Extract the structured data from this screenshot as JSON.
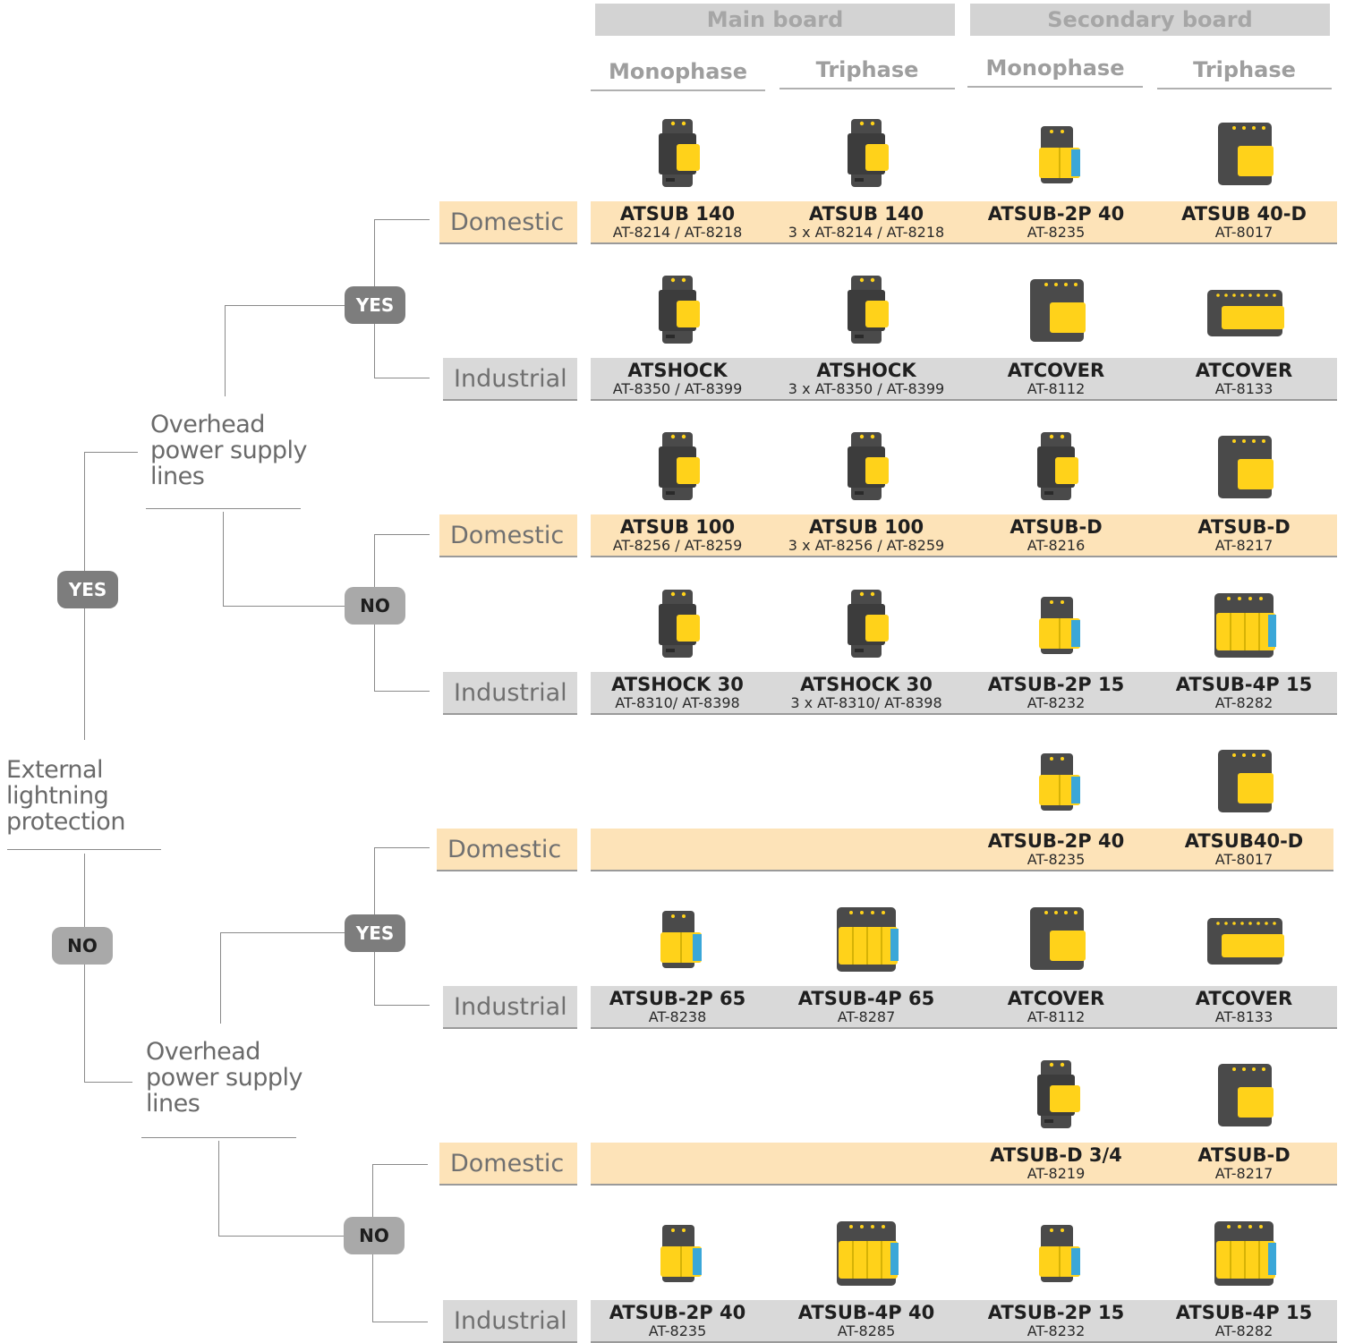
{
  "headers": {
    "main_board": "Main board",
    "secondary_board": "Secondary board",
    "columns": [
      "Monophase",
      "Triphase",
      "Monophase",
      "Triphase"
    ]
  },
  "tree": {
    "root": [
      "External",
      "lightning",
      "protection"
    ],
    "overhead": [
      "Overhead",
      "power supply",
      "lines"
    ],
    "yes": "YES",
    "no": "NO"
  },
  "row_labels": {
    "domestic": "Domestic",
    "industrial": "Industrial"
  },
  "rows": [
    {
      "cells": [
        {
          "name": "ATSUB 140",
          "ref": "AT-8214 / AT-8218",
          "icon": "narrow-module-icon"
        },
        {
          "name": "ATSUB 140",
          "ref": "3 x AT-8214 / AT-8218",
          "icon": "narrow-module-icon"
        },
        {
          "name": "ATSUB-2P 40",
          "ref": "AT-8235",
          "icon": "2-pole-module-icon"
        },
        {
          "name": "ATSUB 40-D",
          "ref": "AT-8017",
          "icon": "4-pole-module-icon"
        }
      ]
    },
    {
      "cells": [
        {
          "name": "ATSHOCK",
          "ref": "AT-8350 / AT-8399",
          "icon": "narrow-module-icon"
        },
        {
          "name": "ATSHOCK",
          "ref": "3 x AT-8350 / AT-8399",
          "icon": "narrow-module-icon"
        },
        {
          "name": "ATCOVER",
          "ref": "AT-8112",
          "icon": "4-pole-module-icon"
        },
        {
          "name": "ATCOVER",
          "ref": "AT-8133",
          "icon": "wide-module-icon"
        }
      ]
    },
    {
      "cells": [
        {
          "name": "ATSUB 100",
          "ref": "AT-8256 / AT-8259",
          "icon": "narrow-module-icon"
        },
        {
          "name": "ATSUB 100",
          "ref": "3 x AT-8256 / AT-8259",
          "icon": "narrow-module-icon"
        },
        {
          "name": "ATSUB-D",
          "ref": "AT-8216",
          "icon": "narrow-module-icon"
        },
        {
          "name": "ATSUB-D",
          "ref": "AT-8217",
          "icon": "4-pole-module-icon"
        }
      ]
    },
    {
      "cells": [
        {
          "name": "ATSHOCK 30",
          "ref": "AT-8310/ AT-8398",
          "icon": "narrow-module-icon"
        },
        {
          "name": "ATSHOCK 30",
          "ref": "3 x AT-8310/ AT-8398",
          "icon": "narrow-module-icon"
        },
        {
          "name": "ATSUB-2P 15",
          "ref": "AT-8232",
          "icon": "2-pole-module-icon"
        },
        {
          "name": "ATSUB-4P 15",
          "ref": "AT-8282",
          "icon": "4-pole-yellow-module-icon"
        }
      ]
    },
    {
      "cells": [
        null,
        null,
        {
          "name": "ATSUB-2P 40",
          "ref": "AT-8235",
          "icon": "2-pole-module-icon"
        },
        {
          "name": "ATSUB40-D",
          "ref": "AT-8017",
          "icon": "4-pole-module-icon"
        }
      ]
    },
    {
      "cells": [
        {
          "name": "ATSUB-2P 65",
          "ref": "AT-8238",
          "icon": "2-pole-module-icon"
        },
        {
          "name": "ATSUB-4P 65",
          "ref": "AT-8287",
          "icon": "4-pole-yellow-module-icon"
        },
        {
          "name": "ATCOVER",
          "ref": "AT-8112",
          "icon": "4-pole-module-icon"
        },
        {
          "name": "ATCOVER",
          "ref": "AT-8133",
          "icon": "wide-module-icon"
        }
      ]
    },
    {
      "cells": [
        null,
        null,
        {
          "name": "ATSUB-D 3/4",
          "ref": "AT-8219",
          "icon": "narrow-yellow-module-icon"
        },
        {
          "name": "ATSUB-D",
          "ref": "AT-8217",
          "icon": "4-pole-module-icon"
        }
      ]
    },
    {
      "cells": [
        {
          "name": "ATSUB-2P 40",
          "ref": "AT-8235",
          "icon": "2-pole-module-icon"
        },
        {
          "name": "ATSUB-4P 40",
          "ref": "AT-8285",
          "icon": "4-pole-yellow-module-icon"
        },
        {
          "name": "ATSUB-2P 15",
          "ref": "AT-8232",
          "icon": "2-pole-module-icon"
        },
        {
          "name": "ATSUB-4P 15",
          "ref": "AT-8282",
          "icon": "4-pole-yellow-module-icon"
        }
      ]
    }
  ],
  "colors": {
    "domestic_band": "#fde3b8",
    "industrial_band": "#d9d9d9",
    "yes_badge": "#7d7d7d",
    "no_badge": "#a9a9a9",
    "module_body": "#4a4a4a",
    "module_yellow": "#ffd21a",
    "module_blue": "#3ba7d8"
  }
}
